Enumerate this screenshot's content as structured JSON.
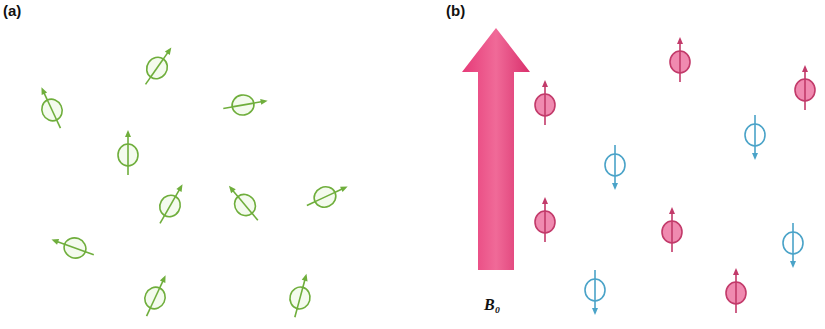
{
  "diagram": {
    "labels": [
      "(a)",
      "(b)",
      "B₀"
    ]
  }
}
